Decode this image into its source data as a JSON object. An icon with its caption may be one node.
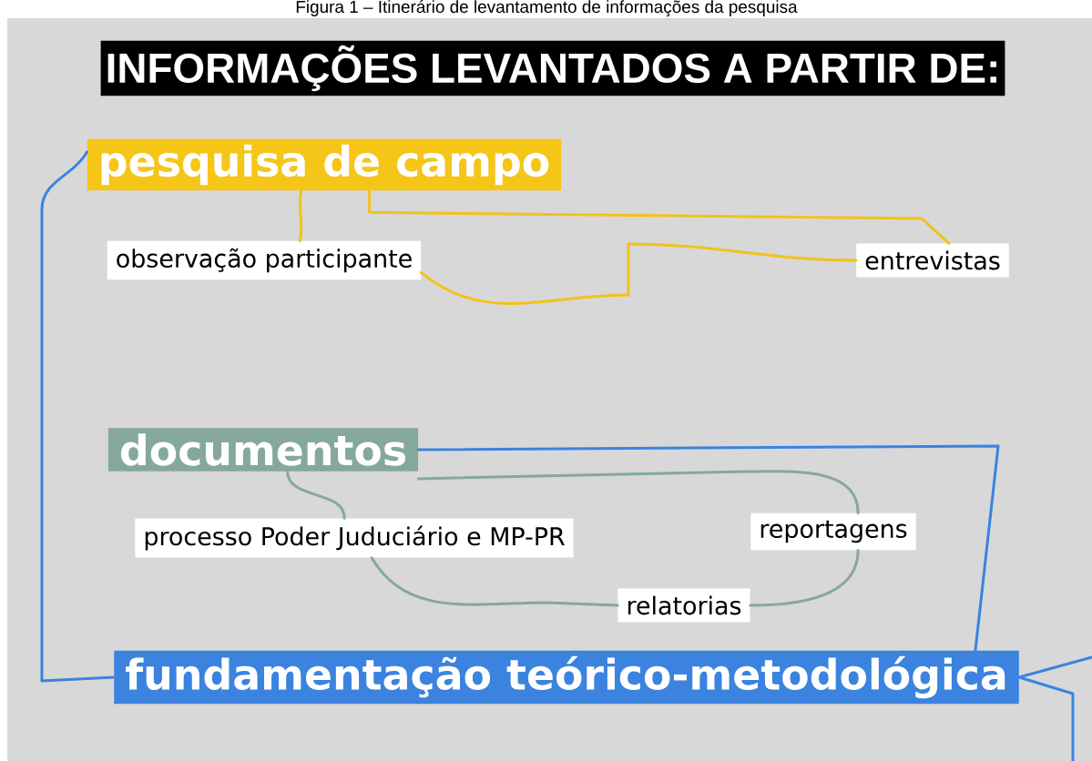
{
  "diagram": {
    "title": "INFORMAÇÕES LEVANTADOS A PARTIR DE:",
    "caption": "Figura 1 – Itinerário de levantamento de informações da pesquisa",
    "nodes": [
      {
        "text": [
          "pesquisa de campo"
        ]
      },
      {
        "text": [
          "observação participante"
        ]
      },
      {
        "text": [
          "entrevistas"
        ]
      },
      {
        "text": [
          "documentos"
        ]
      },
      {
        "text": [
          "processo Poder Juduciário e MP-PR"
        ]
      },
      {
        "text": [
          "reportagens"
        ]
      },
      {
        "text": [
          "relatorias"
        ]
      },
      {
        "text": [
          "fundamentação teórico-metodológica"
        ]
      }
    ],
    "edges": [
      {
        "from": 0,
        "to": 1,
        "arrow": "none",
        "color": "#f2c21b"
      },
      {
        "from": 0,
        "to": 2,
        "arrow": "none",
        "color": "#f2c21b"
      },
      {
        "from": 1,
        "to": 2,
        "arrow": "none",
        "color": "#f2c21b"
      },
      {
        "from": 3,
        "to": 4,
        "arrow": "none",
        "color": "#86a89a"
      },
      {
        "from": 4,
        "to": 6,
        "arrow": "none",
        "color": "#86a89a"
      },
      {
        "from": 6,
        "to": 5,
        "arrow": "none",
        "color": "#86a89a"
      },
      {
        "from": 5,
        "to": 3,
        "arrow": "none",
        "color": "#86a89a"
      },
      {
        "from": 0,
        "to": 7,
        "arrow": "none"
      },
      {
        "from": 3,
        "to": 7,
        "arrow": "none"
      },
      {
        "from": 7,
        "to": null,
        "arrow": "none"
      }
    ]
  }
}
